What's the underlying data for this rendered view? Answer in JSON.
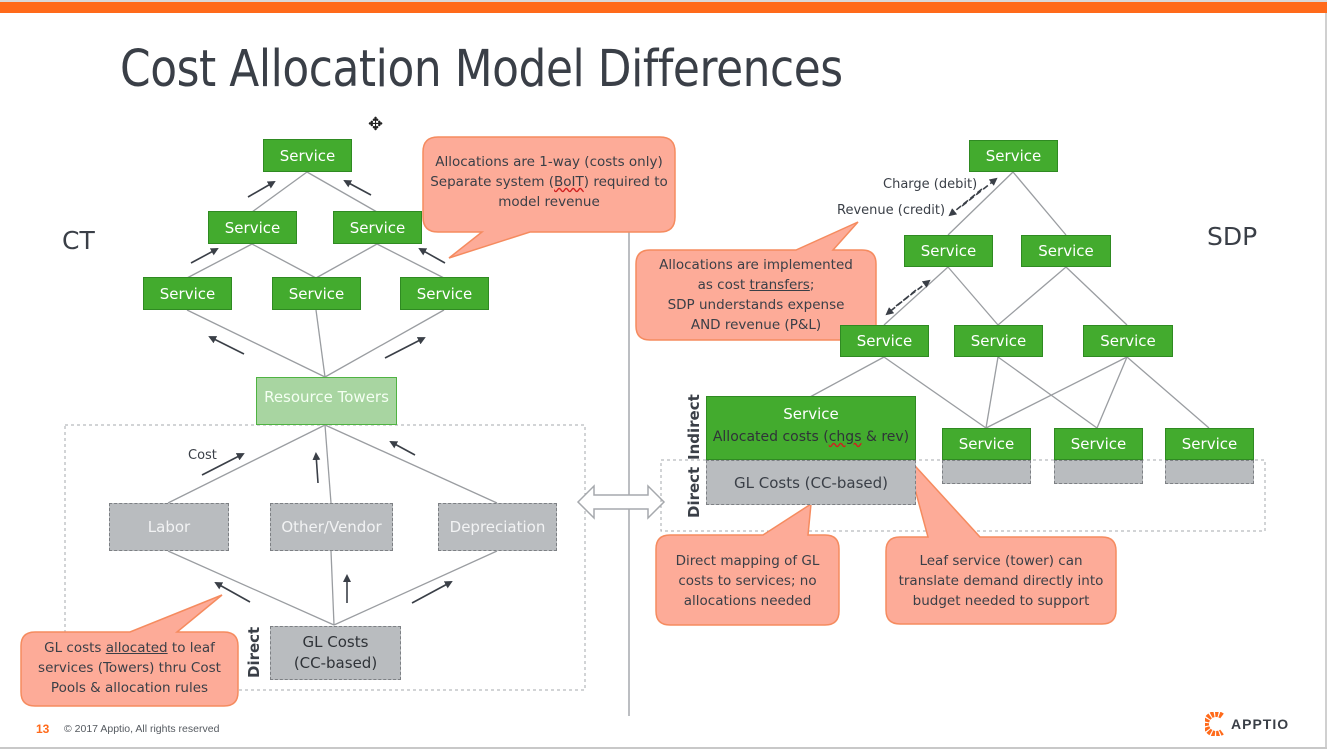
{
  "slide": {
    "title": "Cost Allocation Model Differences",
    "page_number": "13",
    "copyright": "© 2017 Apptio, All rights reserved",
    "logo_text": "APPTIO",
    "accent_color": "#ff6a1a",
    "service_green": "#43ab2e",
    "callout_fill": "#fdab98",
    "callout_stroke": "#f58b5f"
  },
  "ct": {
    "label": "CT",
    "services": [
      "Service",
      "Service",
      "Service",
      "Service",
      "Service",
      "Service"
    ],
    "resource_towers": "Resource Towers",
    "cost_label": "Cost",
    "cost_pools": [
      "Labor",
      "Other/Vendor",
      "Depreciation"
    ],
    "gl_costs_line1": "GL Costs",
    "gl_costs_line2": "(CC-based)",
    "direct_label": "Direct",
    "callout_top": {
      "line1": "Allocations are 1-way (costs only)",
      "line2_pre": "Separate system (",
      "line2_mark": "BoIT",
      "line2_post": ") required to",
      "line3": "model revenue"
    },
    "callout_bottom": {
      "line1_pre": "GL costs ",
      "line1_mark": "allocated",
      "line1_post": " to leaf",
      "line2": "services (Towers) thru Cost",
      "line3": "Pools & allocation rules"
    }
  },
  "sdp": {
    "label": "SDP",
    "services": [
      "Service",
      "Service",
      "Service",
      "Service",
      "Service",
      "Service",
      "Service",
      "Service",
      "Service"
    ],
    "charge_label": "Charge (debit)",
    "revenue_label": "Revenue (credit)",
    "big_service": {
      "title": "Service",
      "sub_pre": "Allocated costs (",
      "sub_mark": "chgs",
      "sub_post": " & rev)"
    },
    "gl_costs": "GL Costs (CC-based)",
    "indirect_label": "Indirect",
    "direct_label": "Direct",
    "callout_transfers": {
      "line1": "Allocations are implemented",
      "line2_pre": "as cost ",
      "line2_mark": "transfers",
      "line2_post": ";",
      "line3": "SDP understands expense",
      "line4": "AND revenue (P&L)"
    },
    "callout_direct": {
      "line1": "Direct mapping of GL",
      "line2": "costs to services; no",
      "line3": "allocations needed"
    },
    "callout_leaf": {
      "line1": "Leaf service (tower) can",
      "line2": "translate demand directly into",
      "line3": "budget needed to support"
    }
  }
}
